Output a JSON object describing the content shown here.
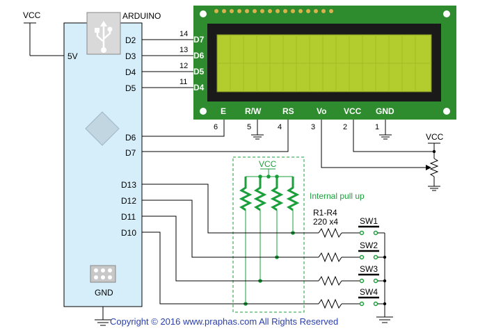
{
  "labels": {
    "vcc_left": "VCC",
    "arduino": "ARDUINO",
    "five_v": "5V",
    "gnd": "GND",
    "vcc_pot": "VCC",
    "vcc_pullup": "VCC",
    "internal_pull_up": "Internal pull up",
    "r_name": "R1-R4",
    "r_value": "220 x4",
    "copyright": "Copyright © 2016 www.praphas.com  All Rights Reserved"
  },
  "arduino_pins": [
    "D2",
    "D3",
    "D4",
    "D5",
    "D6",
    "D7",
    "D13",
    "D12",
    "D11",
    "D10"
  ],
  "lcd_data_pins": [
    {
      "num": "14",
      "label": "D7"
    },
    {
      "num": "13",
      "label": "D6"
    },
    {
      "num": "12",
      "label": "D5"
    },
    {
      "num": "11",
      "label": "D4"
    }
  ],
  "lcd_bottom_pins": [
    {
      "label": "E",
      "num": "6"
    },
    {
      "label": "R/W",
      "num": "5"
    },
    {
      "label": "RS",
      "num": "4"
    },
    {
      "label": "Vo",
      "num": "3"
    },
    {
      "label": "VCC",
      "num": "2"
    },
    {
      "label": "GND",
      "num": "1"
    }
  ],
  "switches": [
    "SW1",
    "SW2",
    "SW3",
    "SW4"
  ],
  "colors": {
    "pcb_green": "#2e8b2e",
    "lcd_bezel": "#1a1a1a",
    "lcd_screen": "#b3cc2e",
    "arduino_board": "#d6eefa",
    "pullup_green": "#1a9f3a",
    "copyright_blue": "#2a3fa8"
  }
}
